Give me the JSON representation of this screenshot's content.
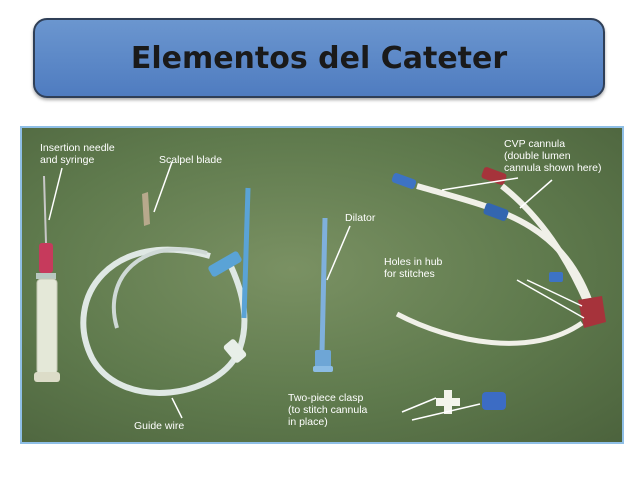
{
  "slide": {
    "title": "Elementos del Cateter"
  },
  "photo": {
    "labels": {
      "insertion_needle": "Insertion needle\nand syringe",
      "scalpel_blade": "Scalpel blade",
      "dilator": "Dilator",
      "cvp_cannula": "CVP cannula\n(double lumen\ncannula shown here)",
      "holes_in_hub": "Holes in hub\nfor stitches",
      "guide_wire": "Guide wire",
      "two_piece_clasp": "Two-piece clasp\n(to stitch cannula\nin place)"
    }
  }
}
